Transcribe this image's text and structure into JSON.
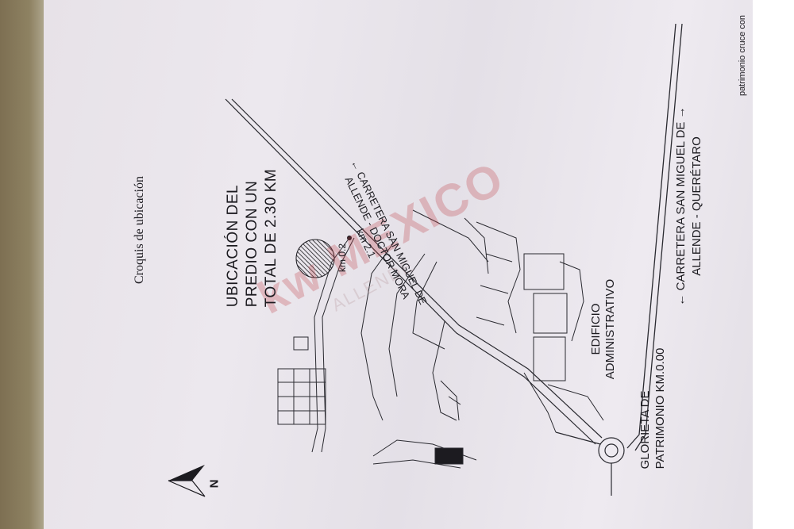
{
  "title": "Croquis de ubicación",
  "location_label": [
    "UBICACIÓN DEL",
    "PREDIO CON UN",
    "TOTAL DE 2.30 KM"
  ],
  "km_marker": "km 0.2",
  "road_doctor_mora": [
    "← CARRETERA SAN MIGUEL DE",
    "ALLENDE - DOCTOR MORA",
    "km 2.1"
  ],
  "building_label": [
    "EDIFICIO",
    "ADMINISTRATIVO"
  ],
  "roundabout_label": [
    "GLORIETA DE",
    "PATRIMONIO KM.0.00"
  ],
  "road_queretaro": [
    "← CARRETERA SAN MIGUEL DE →",
    "ALLENDE - QUERÉTARO"
  ],
  "north_label": "N",
  "corner_text": "patrimonio cruce con",
  "watermark": {
    "brand": "kw MEXICO",
    "sub": "ALLENDE"
  },
  "colors": {
    "paper": "#e9e5eb",
    "ink": "#1c1b20",
    "watermark": "#be3c46"
  }
}
